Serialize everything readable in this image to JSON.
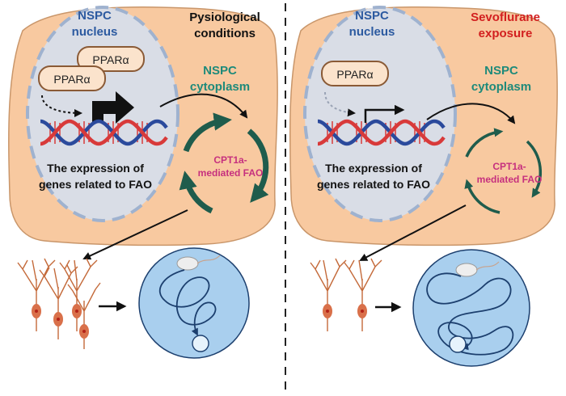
{
  "colors": {
    "cell_fill": "#f8c9a0",
    "cell_stroke": "#c9966a",
    "nucleus_fill": "#d9dde6",
    "nucleus_dash": "#9fb2cf",
    "ppar_fill": "#fbe3cc",
    "ppar_stroke": "#8a5a36",
    "nspc_nucleus_text": "#2c5aa0",
    "cytoplasm_text": "#1e8a7a",
    "fao_text": "#c6307e",
    "cycle_arrow": "#1f5c4c",
    "sevoflurane_text": "#d21f1f",
    "dna_red": "#d83a3a",
    "dna_blue": "#2b4a9c",
    "neuron": "#c46a3a",
    "soma": "#d9704a",
    "maze_fill": "#a9cfee",
    "maze_line": "#1c3f6e"
  },
  "left_panel": {
    "nucleus_label_line1": "NSPC",
    "nucleus_label_line2": "nucleus",
    "condition_line1": "Pysiological",
    "condition_line2": "conditions",
    "ppar_top": "PPARα",
    "ppar_bottom": "PPARα",
    "cytoplasm_line1": "NSPC",
    "cytoplasm_line2": "cytoplasm",
    "expression_line1": "The expression of",
    "expression_line2": "genes related to FAO",
    "fao_line1": "CPT1a-",
    "fao_line2": "mediated FAO"
  },
  "right_panel": {
    "nucleus_label_line1": "NSPC",
    "nucleus_label_line2": "nucleus",
    "condition_line1": "Sevoflurane",
    "condition_line2": "exposure",
    "ppar_single": "PPARα",
    "cytoplasm_line1": "NSPC",
    "cytoplasm_line2": "cytoplasm",
    "expression_line1": "The expression of",
    "expression_line2": "genes related to FAO",
    "fao_line1": "CPT1a-",
    "fao_line2": "mediated FAO"
  },
  "icons": {
    "neurons": "neuron-cluster-icon",
    "maze": "water-maze-icon",
    "mouse": "mouse-icon",
    "dna": "dna-helix-icon",
    "cycle": "cycle-arrows-icon"
  }
}
